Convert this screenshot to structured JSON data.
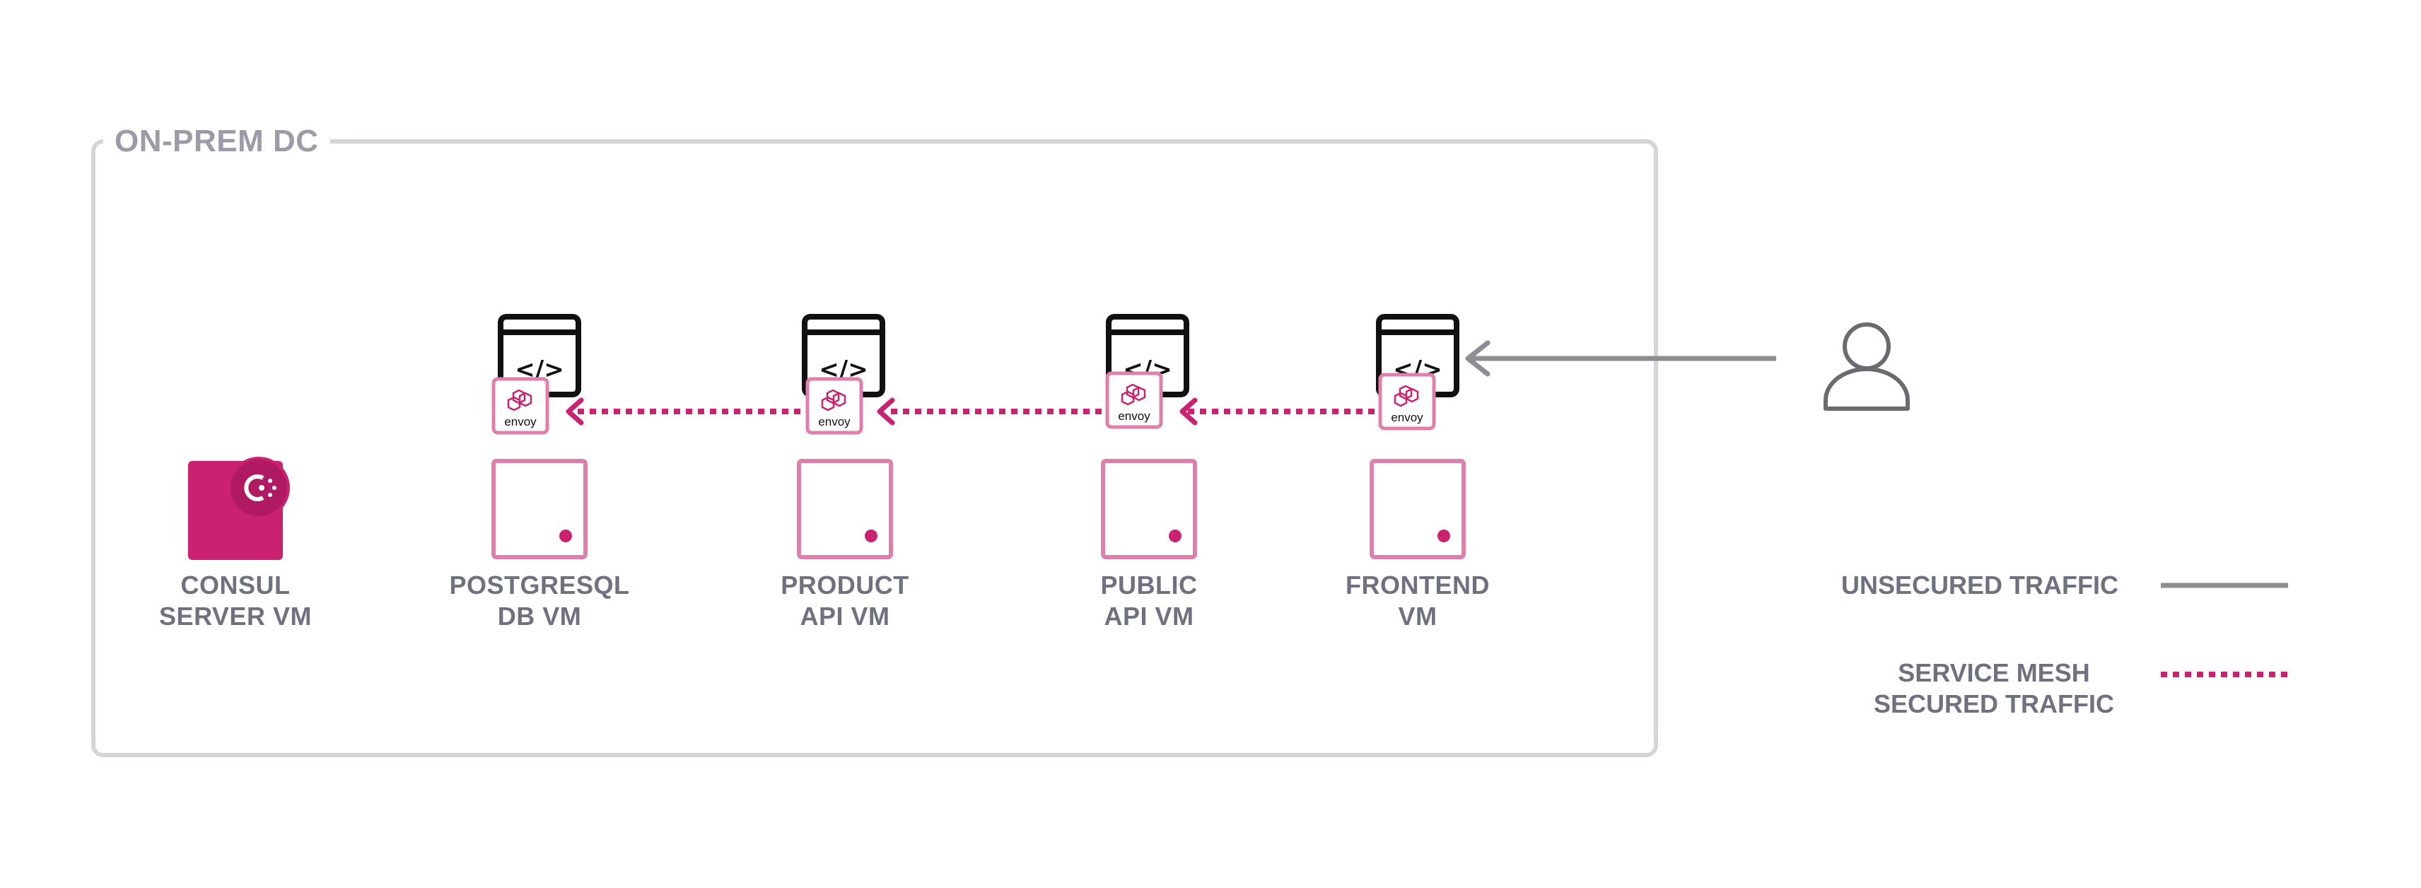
{
  "datacenter": {
    "title": "ON-PREM DC"
  },
  "services": [
    {
      "id": "consul",
      "line1": "CONSUL",
      "line2": "SERVER VM"
    },
    {
      "id": "postgresql",
      "line1": "POSTGRESQL",
      "line2": "DB VM",
      "sidecar": "envoy"
    },
    {
      "id": "product-api",
      "line1": "PRODUCT",
      "line2": "API VM",
      "sidecar": "envoy"
    },
    {
      "id": "public-api",
      "line1": "PUBLIC",
      "line2": "API VM",
      "sidecar": "envoy"
    },
    {
      "id": "frontend",
      "line1": "FRONTEND",
      "line2": "VM",
      "sidecar": "envoy"
    }
  ],
  "app_icon_glyph": "</>",
  "legend": {
    "unsecured": {
      "line1": "UNSECURED TRAFFIC"
    },
    "secured": {
      "line1": "SERVICE MESH",
      "line2": "SECURED TRAFFIC"
    }
  },
  "colors": {
    "accent": "#ca2171",
    "accent_light": "#e07fac",
    "unsecured": "#8d8e94",
    "border": "#d4d5da",
    "text": "#6e7180"
  },
  "icons": [
    "consul-logo-icon",
    "app-code-icon",
    "envoy-icon",
    "vm-icon",
    "user-icon"
  ]
}
